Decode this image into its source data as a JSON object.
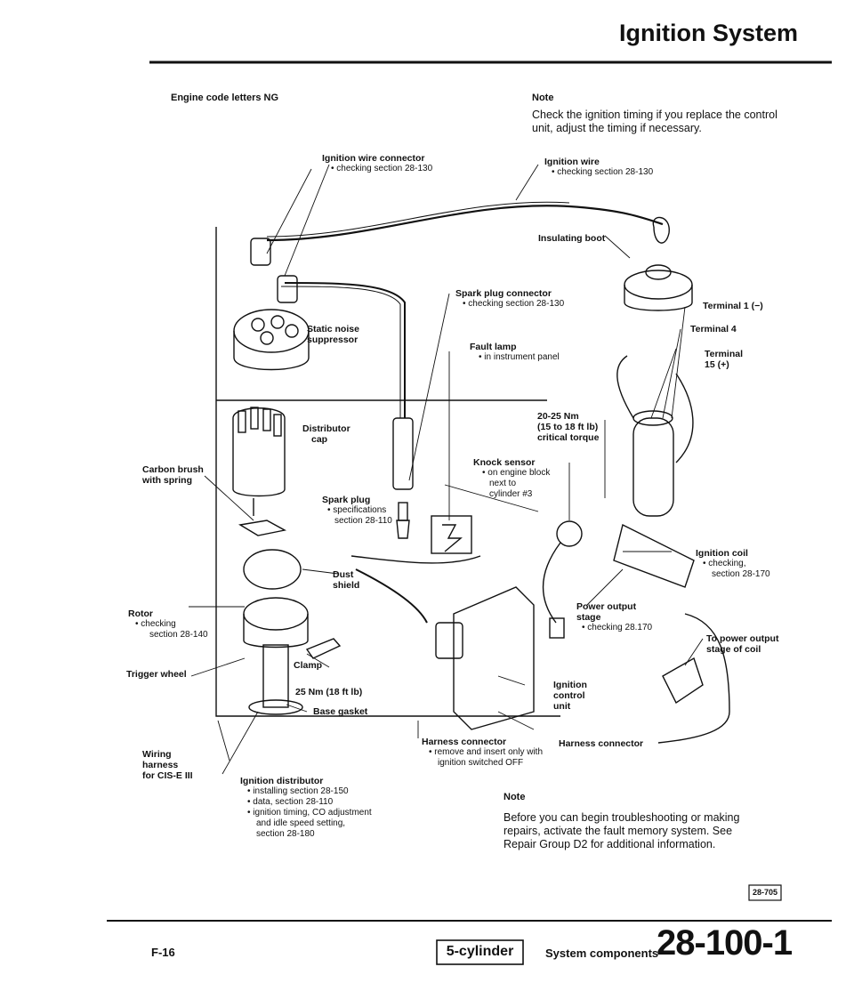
{
  "header": {
    "title": "Ignition System"
  },
  "engine_code": "Engine code letters NG",
  "note_top": {
    "heading": "Note",
    "text": "Check the ignition timing if you replace the control unit, adjust the timing if necessary."
  },
  "labels": {
    "ign_wire_connector": {
      "title": "Ignition wire connector",
      "sub": [
        "• checking section 28-130"
      ]
    },
    "ign_wire": {
      "title": "Ignition wire",
      "sub": [
        "• checking section 28-130"
      ]
    },
    "insulating_boot": {
      "title": "Insulating boot"
    },
    "static_noise": {
      "title": [
        "Static noise",
        "suppressor"
      ]
    },
    "spark_plug_connector": {
      "title": "Spark plug connector",
      "sub": [
        "• checking section 28-130"
      ]
    },
    "terminal1": {
      "title": "Terminal 1 (−)"
    },
    "terminal4": {
      "title": "Terminal 4"
    },
    "terminal15": {
      "title": [
        "Terminal",
        "15 (+)"
      ]
    },
    "fault_lamp": {
      "title": "Fault lamp",
      "sub": [
        "• in instrument panel"
      ]
    },
    "distributor_cap": {
      "title": [
        "Distributor",
        "cap"
      ]
    },
    "torque": {
      "title": [
        "20-25 Nm",
        "(15 to 18 ft lb)",
        "critical torque"
      ]
    },
    "carbon_brush": {
      "title": [
        "Carbon brush",
        "with spring"
      ]
    },
    "knock_sensor": {
      "title": "Knock sensor",
      "sub": [
        "• on engine block",
        "next to",
        "cylinder #3"
      ]
    },
    "spark_plug": {
      "title": "Spark plug",
      "sub": [
        "• specifications",
        "section 28-110"
      ]
    },
    "ignition_coil": {
      "title": "Ignition coil",
      "sub": [
        "• checking,",
        "section 28-170"
      ]
    },
    "dust_shield": {
      "title": [
        "Dust",
        "shield"
      ]
    },
    "power_output_stage": {
      "title": [
        "Power output",
        "stage"
      ],
      "sub": [
        "• checking 28.170"
      ]
    },
    "rotor": {
      "title": "Rotor",
      "sub": [
        "• checking",
        "section 28-140"
      ]
    },
    "to_power_output": {
      "title": [
        "To power output",
        "stage of coil"
      ]
    },
    "clamp": {
      "title": "Clamp"
    },
    "trigger_wheel": {
      "title": "Trigger wheel"
    },
    "clamp_torque": {
      "title": "25 Nm (18 ft lb)"
    },
    "ignition_control_unit": {
      "title": [
        "Ignition",
        "control",
        "unit"
      ]
    },
    "base_gasket": {
      "title": "Base gasket"
    },
    "harness_connector_1": {
      "title": "Harness connector",
      "sub": [
        "• remove and insert only with",
        "ignition switched OFF"
      ]
    },
    "harness_connector_2": {
      "title": "Harness connector"
    },
    "wiring_harness": {
      "title": [
        "Wiring",
        "harness",
        "for CIS-E III"
      ]
    },
    "ign_distributor": {
      "title": "Ignition distributor",
      "sub": [
        "• installing section 28-150",
        "• data, section 28-110",
        "• ignition timing, CO adjustment",
        "and idle speed setting,",
        "section 28-180"
      ]
    }
  },
  "note_bottom": {
    "heading": "Note",
    "text": "Before you can begin troubleshooting or making repairs, activate the fault memory system. See Repair Group D2 for additional information."
  },
  "figure_code": "28-705",
  "footer": {
    "page": "F-16",
    "variant": "5-cylinder",
    "section": "System components",
    "number": "28-100-1"
  }
}
